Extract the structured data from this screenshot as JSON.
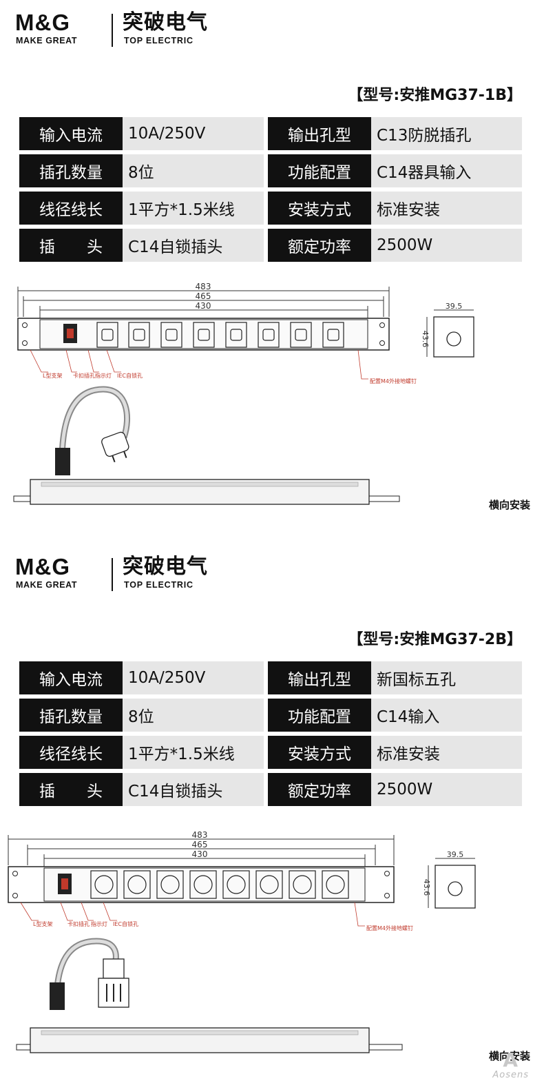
{
  "brand": {
    "en_logo": "M&G",
    "en_sub": "MAKE GREAT",
    "cn_logo": "突破电气",
    "cn_sub": "TOP ELECTRIC"
  },
  "products": [
    {
      "model": "【型号:安推MG37-1B】",
      "specs": [
        {
          "k1": "输入电流",
          "v1": "10A/250V",
          "k2": "输出孔型",
          "v2": "C13防脱插孔"
        },
        {
          "k1": "插孔数量",
          "v1": "8位",
          "k2": "功能配置",
          "v2": "C14器具输入"
        },
        {
          "k1": "线径线长",
          "v1": "1平方*1.5米线",
          "k2": "安装方式",
          "v2": "标准安装"
        },
        {
          "k1": "插　　头",
          "v1": "C14自锁插头",
          "k2": "额定功率",
          "v2": "2500W"
        }
      ],
      "drawing": {
        "dim_483": "483",
        "dim_465": "465",
        "dim_430": "430",
        "dim_width": "39.5",
        "dim_height": "43.6",
        "label_bracket": "L型支架",
        "label_clip": "卡扣插孔",
        "label_light": "指示灯",
        "label_iec": "IEC自锁孔",
        "label_ground": "配置M4外接地螺钉",
        "mount": "横向安装"
      }
    },
    {
      "model": "【型号:安推MG37-2B】",
      "specs": [
        {
          "k1": "输入电流",
          "v1": "10A/250V",
          "k2": "输出孔型",
          "v2": "新国标五孔"
        },
        {
          "k1": "插孔数量",
          "v1": "8位",
          "k2": "功能配置",
          "v2": "C14输入"
        },
        {
          "k1": "线径线长",
          "v1": "1平方*1.5米线",
          "k2": "安装方式",
          "v2": "标准安装"
        },
        {
          "k1": "插　　头",
          "v1": "C14自锁插头",
          "k2": "额定功率",
          "v2": "2500W"
        }
      ],
      "drawing": {
        "dim_483": "483",
        "dim_465": "465",
        "dim_430": "430",
        "dim_width": "39.5",
        "dim_height": "43.6",
        "label_bracket": "L型支架",
        "label_clip": "卡扣插孔",
        "label_light": "指示灯",
        "label_iec": "IEC自锁孔",
        "label_ground": "配置M4外接地螺钉",
        "mount": "横向安装"
      }
    }
  ],
  "watermark": {
    "mark": "A",
    "text": "Aosens"
  }
}
